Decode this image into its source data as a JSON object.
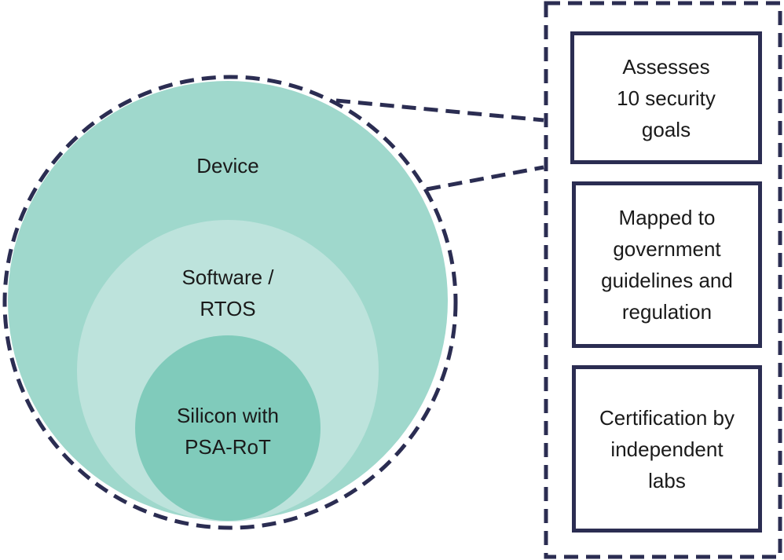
{
  "colors": {
    "outline": "#2b2d52",
    "device": "#9fd8cc",
    "software": "#bde3dc",
    "silicon": "#80cbbb"
  },
  "circles": {
    "device": "Device",
    "software": "Software /\nRTOS",
    "silicon": "Silicon with\nPSA-RoT"
  },
  "boxes": [
    "Assesses\n10 security\ngoals",
    "Mapped to\ngovernment\nguidelines and\nregulation",
    "Certification by\nindependent\nlabs"
  ]
}
